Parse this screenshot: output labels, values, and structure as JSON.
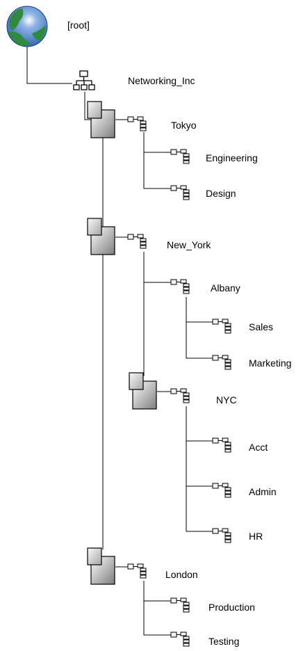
{
  "tree": {
    "root": {
      "label": "[root]",
      "icon": "globe-icon"
    },
    "organization": {
      "label": "Networking_Inc",
      "icon": "org-hierarchy-icon"
    },
    "nodes": {
      "tokyo": {
        "label": "Tokyo",
        "icon": "org-unit-icon"
      },
      "engineering": {
        "label": "Engineering",
        "icon": "org-unit-icon"
      },
      "design": {
        "label": "Design",
        "icon": "org-unit-icon"
      },
      "new_york": {
        "label": "New_York",
        "icon": "org-unit-icon"
      },
      "albany": {
        "label": "Albany",
        "icon": "org-unit-icon"
      },
      "sales": {
        "label": "Sales",
        "icon": "org-unit-icon"
      },
      "marketing": {
        "label": "Marketing",
        "icon": "org-unit-icon"
      },
      "nyc": {
        "label": "NYC",
        "icon": "org-unit-icon"
      },
      "acct": {
        "label": "Acct",
        "icon": "org-unit-icon"
      },
      "admin": {
        "label": "Admin",
        "icon": "org-unit-icon"
      },
      "hr": {
        "label": "HR",
        "icon": "org-unit-icon"
      },
      "london": {
        "label": "London",
        "icon": "org-unit-icon"
      },
      "production": {
        "label": "Production",
        "icon": "org-unit-icon"
      },
      "testing": {
        "label": "Testing",
        "icon": "org-unit-icon"
      }
    },
    "expanded_boxes": [
      "tokyo",
      "new_york",
      "nyc",
      "london"
    ]
  },
  "colors": {
    "globe_land": "#2e8b3d",
    "globe_ocean": "#2b6fb8",
    "box_gradient_light": "#ffffff",
    "box_gradient_dark": "#8a8a8a",
    "icon_fill": "#f3f3f3"
  }
}
